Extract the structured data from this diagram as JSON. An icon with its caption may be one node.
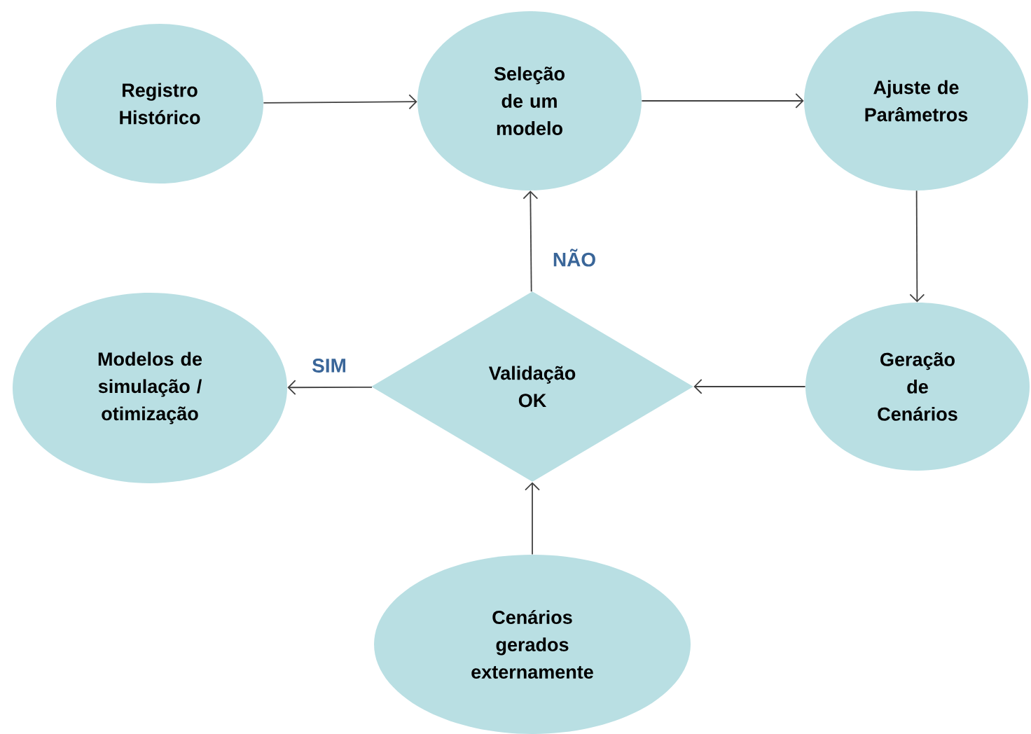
{
  "diagram": {
    "nodes": [
      {
        "text": [
          "Registro Histórico"
        ]
      },
      {
        "text": [
          "Seleção de um modelo"
        ]
      },
      {
        "text": [
          "Ajuste de Parâmetros"
        ]
      },
      {
        "text": [
          "Geração de Cenários"
        ]
      },
      {
        "text": [
          "Validação OK"
        ]
      },
      {
        "text": [
          "Modelos de simulação / otimização"
        ]
      },
      {
        "text": [
          "Cenários gerados externamente"
        ]
      }
    ],
    "edges": [
      {
        "from": 0,
        "to": 1,
        "arrow": "to"
      },
      {
        "from": 1,
        "to": 2,
        "arrow": "to"
      },
      {
        "from": 2,
        "to": 3,
        "arrow": "to"
      },
      {
        "from": 3,
        "to": 4,
        "arrow": "to"
      },
      {
        "from": 4,
        "to": 1,
        "arrow": "to",
        "label": "NÃO"
      },
      {
        "from": 4,
        "to": 5,
        "arrow": "to",
        "label": "SIM"
      },
      {
        "from": 6,
        "to": 4,
        "arrow": "to"
      }
    ]
  }
}
